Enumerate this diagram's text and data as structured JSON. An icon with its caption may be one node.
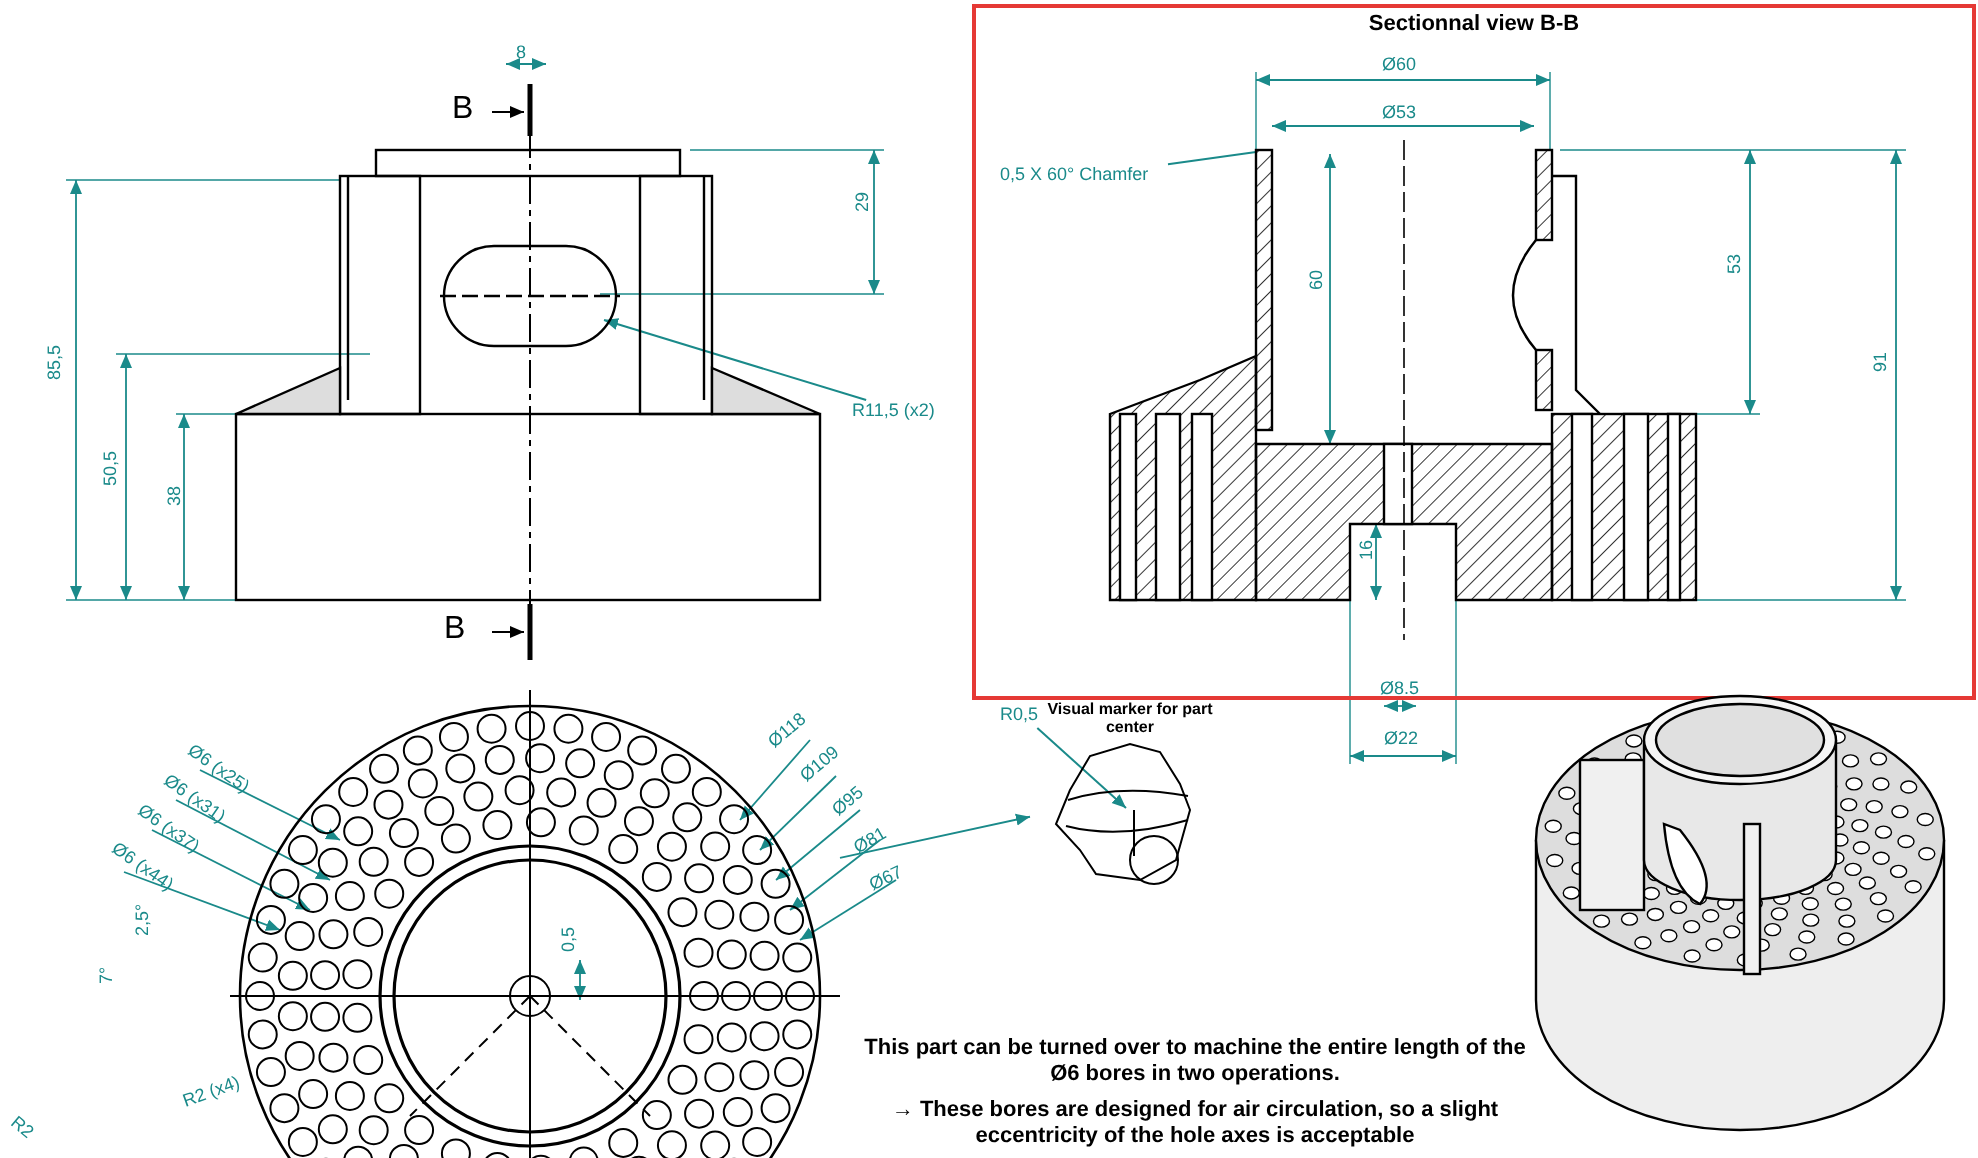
{
  "diagram": {
    "nodes": [
      {
        "text": [],
        "shape": "picture"
      },
      {
        "text": [
          "Sectionnal view B-B"
        ]
      },
      {
        "text": [
          "0,5 X 60° Chamfer"
        ],
        "in": 1
      },
      {
        "text": [
          "R11,5 (x2)"
        ]
      },
      {
        "text": [
          "Visual marker for part center"
        ]
      },
      {
        "text": [
          "R0,5"
        ]
      },
      {
        "text": [],
        "shape": "picture"
      },
      {
        "text": [],
        "shape": "picture"
      }
    ],
    "edges": [
      {
        "from": 2,
        "to": null,
        "arrow": "none"
      },
      {
        "from": 3,
        "to": 0,
        "arrow": "to"
      },
      {
        "from": 5,
        "to": 4,
        "arrow": "to"
      },
      {
        "from": 6,
        "to": 4,
        "arrow": "to"
      }
    ],
    "labels": [
      "B",
      "8",
      "29",
      "85,5",
      "50,5",
      "38",
      "B",
      "Ø60",
      "Ø53",
      "60",
      "53",
      "91",
      "16",
      "Ø8.5",
      "Ø22",
      "Ø6 (x25)",
      "Ø6 (x31)",
      "Ø6 (x37)",
      "Ø6 (x44)",
      "Ø118",
      "Ø109",
      "Ø95",
      "Ø81",
      "Ø67",
      "2,5°",
      "7°",
      "0,5",
      "R2 (x4)",
      "R2",
      "This part can be turned over to machine the entire length of the Ø6 bores in two operations.",
      "→ These bores are designed for air circulation, so a slight eccentricity of the hole axes is acceptable"
    ]
  }
}
